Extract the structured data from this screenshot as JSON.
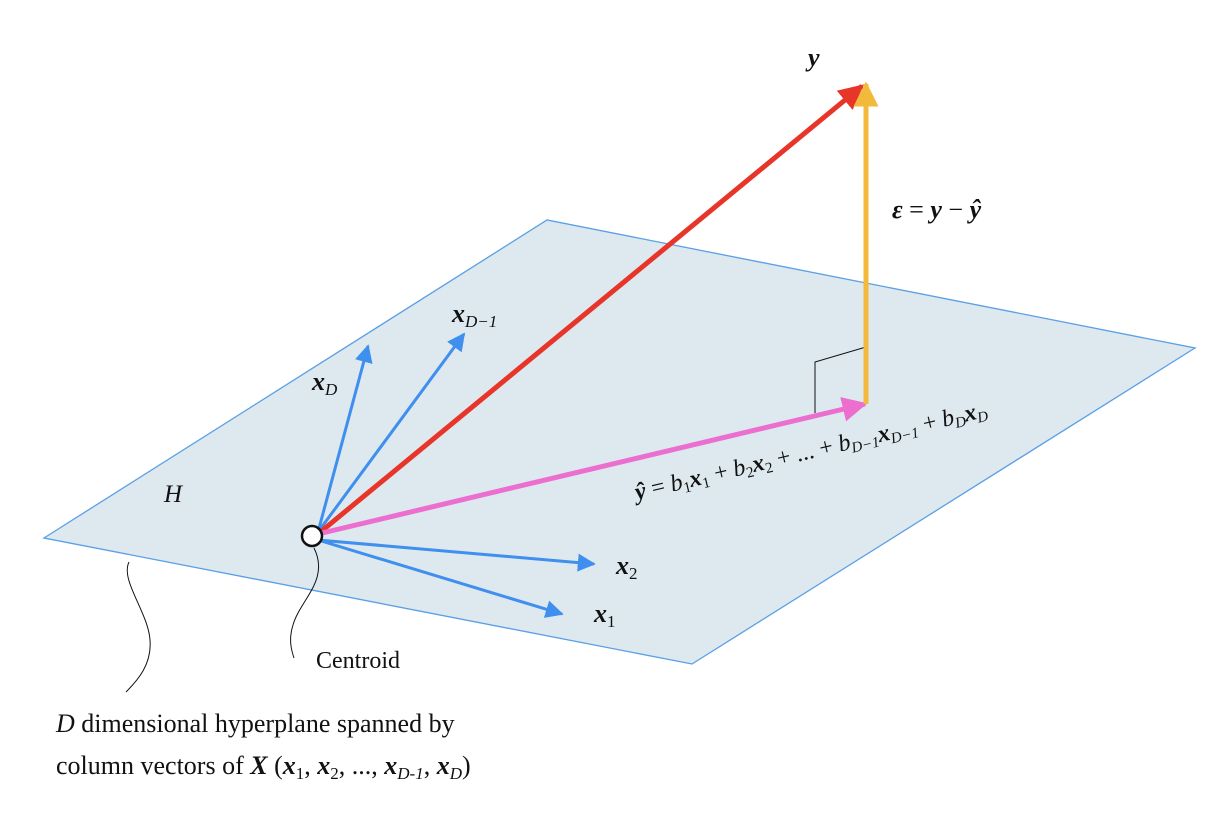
{
  "labels": {
    "y": "y",
    "epsilon": {
      "eps": "ε",
      "eq": " = ",
      "y": "y",
      "minus": " − ",
      "yhat": "ŷ"
    },
    "xD": {
      "x": "x",
      "sub": "D"
    },
    "xDm1": {
      "x": "x",
      "sub": "D−1"
    },
    "x2": {
      "x": "x",
      "sub": "2"
    },
    "x1": {
      "x": "x",
      "sub": "1"
    },
    "H": "H",
    "centroid": "Centroid",
    "yhat_eq": {
      "yhat": "ŷ",
      "eq": " = ",
      "b1": "b",
      "b1_sub": "1",
      "x1": "x",
      "x1_sub": "1",
      "plus1": " + ",
      "b2": "b",
      "b2_sub": "2",
      "x2": "x",
      "x2_sub": "2",
      "dots": " + ... + ",
      "bDm1": "b",
      "bDm1_sub": "D−1",
      "xDm1": "x",
      "xDm1_sub": "D−1",
      "plus2": " + ",
      "bD": "b",
      "bD_sub": "D",
      "xD": "x",
      "xD_sub": "D"
    },
    "caption": {
      "line1_D": "D",
      "line1_rest": " dimensional hyperplane spanned by",
      "line2_pre": "column vectors of ",
      "line2_X": "X",
      "line2_open": " (",
      "x1": "x",
      "x1_sub": "1",
      "sep1": ", ",
      "x2": "x",
      "x2_sub": "2",
      "sep2": ", ..., ",
      "xDm1": "x",
      "xDm1_sub": "D-1",
      "sep3": ", ",
      "xD": "x",
      "xD_sub": "D",
      "close": ")"
    }
  },
  "colors": {
    "plane_fill": "#dde9ef",
    "plane_stroke": "#5a9fe6",
    "x_vectors": "#3f8fee",
    "y_vector": "#e8352a",
    "yhat_vector": "#ec6fcf",
    "residual": "#f3b93a"
  }
}
